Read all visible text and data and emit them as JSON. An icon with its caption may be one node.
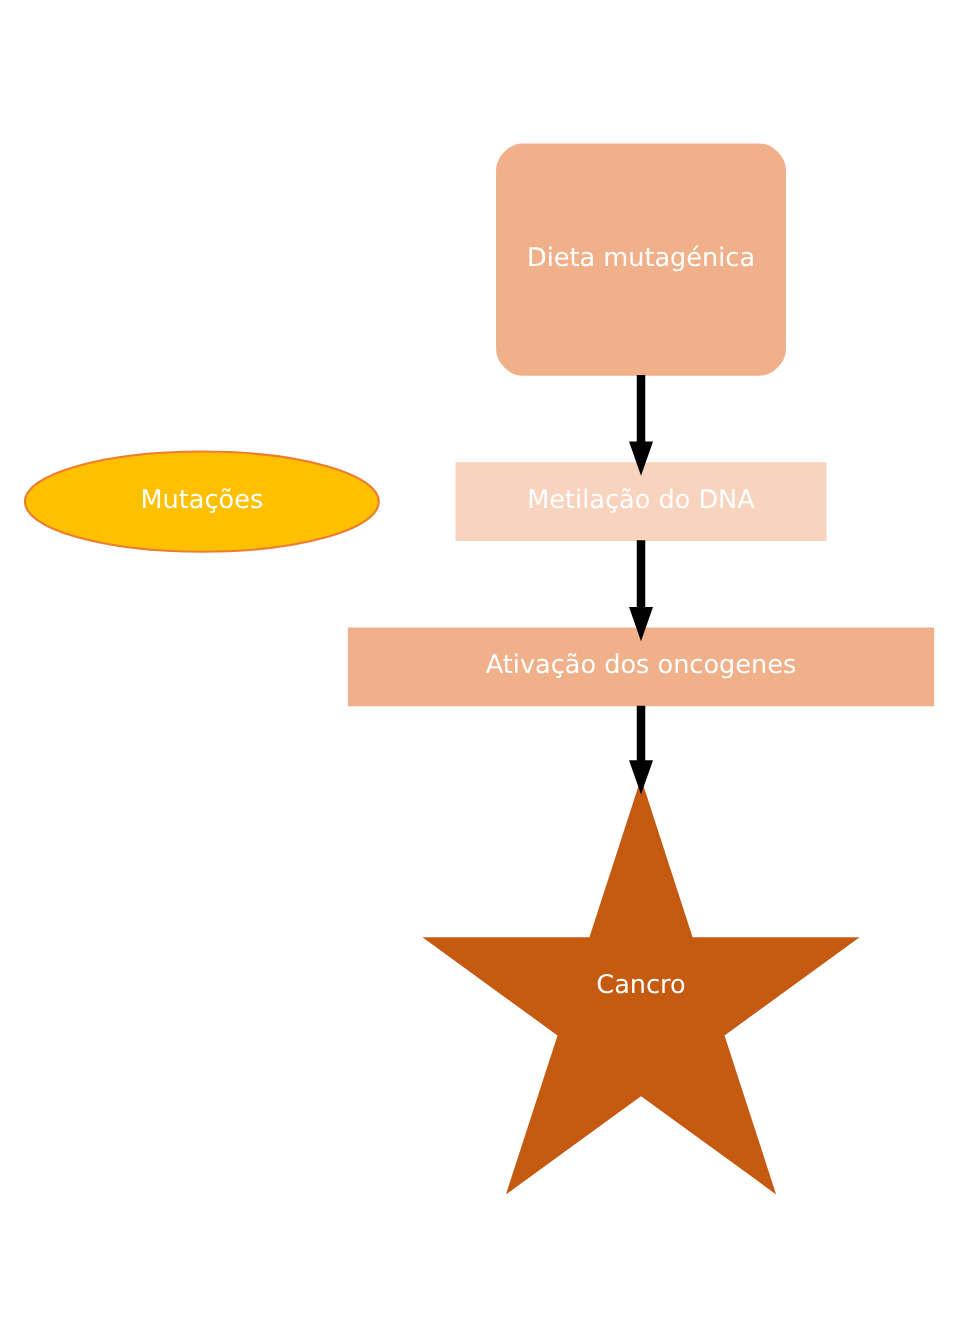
{
  "diagram": {
    "nodes": [
      {
        "text": [
          "Dieta mutagénica"
        ]
      },
      {
        "text": [
          "Metilação do DNA"
        ]
      },
      {
        "text": [
          "Mutações"
        ]
      },
      {
        "text": [
          "Ativação dos oncogenes"
        ]
      },
      {
        "text": [
          "Cancro"
        ]
      }
    ],
    "edges": [
      {
        "from": 0,
        "to": 1,
        "arrow": "to"
      },
      {
        "from": 1,
        "to": 3,
        "arrow": "to"
      },
      {
        "from": 3,
        "to": 4,
        "arrow": "to"
      }
    ]
  }
}
